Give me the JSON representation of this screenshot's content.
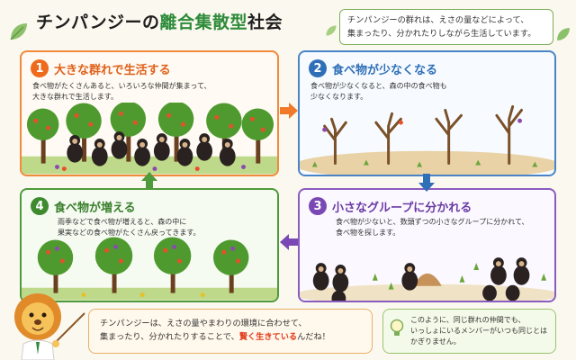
{
  "title": {
    "main": "チンパンジーの",
    "accent": "離合集散型",
    "suffix": "社会"
  },
  "intro": {
    "line1": "チンパンジーの群れは、えさの量などによって、",
    "line2": "集まったり、分かれたりしながら生活しています。"
  },
  "steps": [
    {
      "number": "1",
      "title": "大きな群れで生活する",
      "desc1": "食べ物がたくさんあると、いろいろな仲間が集まって、",
      "desc2": "大きな群れで生活します。"
    },
    {
      "number": "2",
      "title": "食べ物が少なくなる",
      "desc1": "食べ物が少なくなると、森の中の食べ物も",
      "desc2": "少なくなります。"
    },
    {
      "number": "3",
      "title": "小さなグループに分かれる",
      "desc1": "食べ物が少ないと、数頭ずつの小さなグループに分かれて、",
      "desc2": "食べ物を探します。"
    },
    {
      "number": "4",
      "title": "食べ物が増える",
      "desc1": "雨季などで食べ物が増えると、森の中に",
      "desc2": "果実などの食べ物がたくさん戻ってきます。"
    }
  ],
  "speech": {
    "line1": "チンパンジーは、えさの量やまわりの環境に合わせて、",
    "line2_pre": "集まったり、分かれたりすることで、",
    "line2_highlight": "賢く生きている",
    "line2_post": "んだね！"
  },
  "tip": {
    "line1": "このように、同じ群れの仲間でも、",
    "line2": "いっしょにいるメンバーがいつも同じとは",
    "line3": "かぎりません。"
  },
  "colors": {
    "step1": "#f08a3c",
    "step2": "#4a84c8",
    "step3": "#8a5cbf",
    "step4": "#4f9a3c",
    "highlight": "#e23a1a"
  }
}
